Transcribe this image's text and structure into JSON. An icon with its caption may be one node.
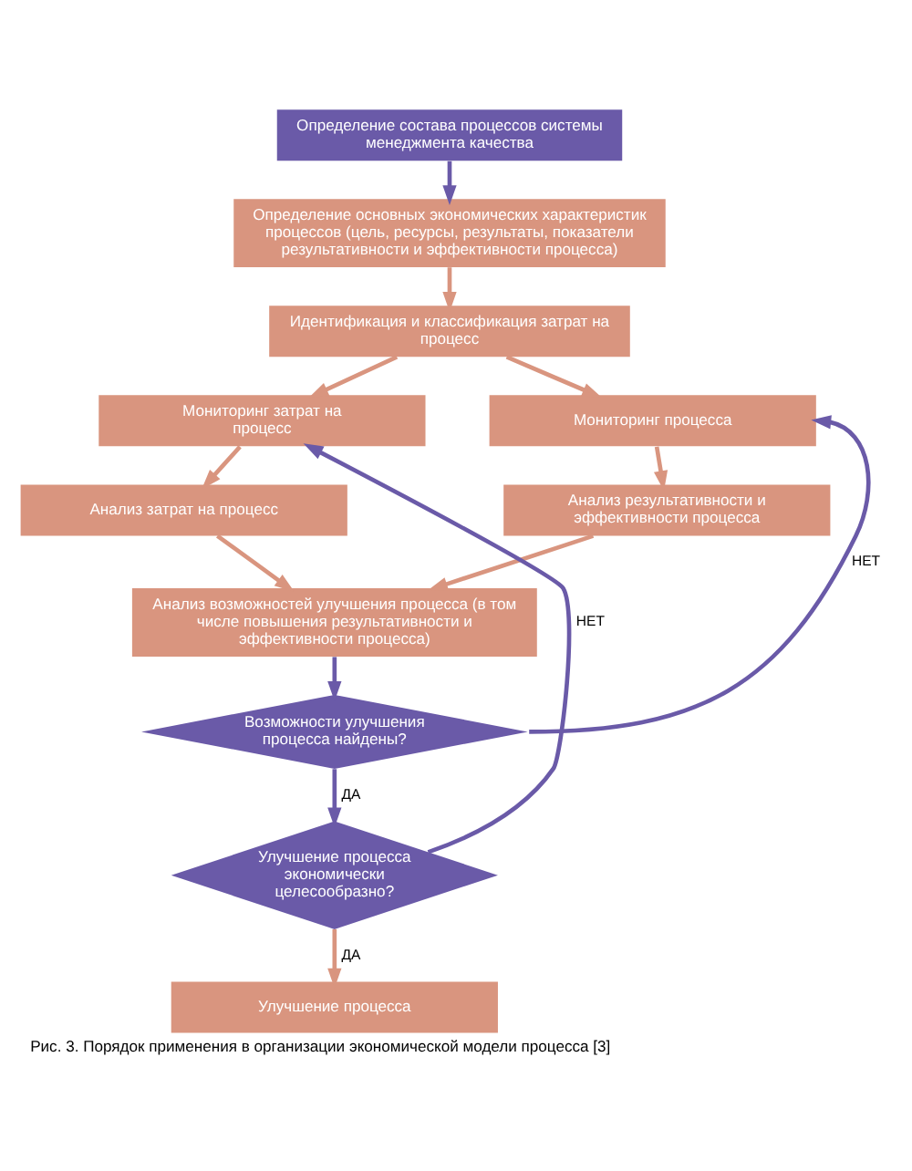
{
  "diagram": {
    "caption": "Рис. 3. Порядок применения в организации экономической модели процесса [3]",
    "nodes": [
      {
        "text": [
          "Определение состава процессов системы менеджмента качества"
        ]
      },
      {
        "text": [
          "Определение основных экономических характеристик процессов (цель, ресурсы, результаты, показатели результативности и эффективности процесса)"
        ]
      },
      {
        "text": [
          "Идентификация и классификация затрат на процесс"
        ]
      },
      {
        "text": [
          "Мониторинг затрат на процесс"
        ]
      },
      {
        "text": [
          "Мониторинг процесса"
        ]
      },
      {
        "text": [
          "Анализ затрат на процесс"
        ]
      },
      {
        "text": [
          "Анализ результативности и эффективности процесса"
        ]
      },
      {
        "text": [
          "Анализ возможностей улучшения процесса (в том числе повышения результативности и эффективности процесса)"
        ]
      },
      {
        "text": [
          "Возможности улучшения процесса найдены?"
        ]
      },
      {
        "text": [
          "Улучшение процесса экономически целесообразно?"
        ]
      },
      {
        "text": [
          "Улучшение процесса"
        ]
      }
    ],
    "edges": [
      {
        "from": 0,
        "to": 1,
        "arrow": "to",
        "color": "#6a5aa8"
      },
      {
        "from": 1,
        "to": 2,
        "arrow": "to"
      },
      {
        "from": 2,
        "to": 3,
        "arrow": "to"
      },
      {
        "from": 2,
        "to": 4,
        "arrow": "to"
      },
      {
        "from": 3,
        "to": 5,
        "arrow": "to"
      },
      {
        "from": 4,
        "to": 6,
        "arrow": "to"
      },
      {
        "from": 5,
        "to": 7,
        "arrow": "to"
      },
      {
        "from": 6,
        "to": 7,
        "arrow": "to"
      },
      {
        "from": 7,
        "to": 8,
        "arrow": "to",
        "color": "#6a5aa8"
      },
      {
        "from": 8,
        "to": 4,
        "arrow": "to",
        "label": "НЕТ",
        "color": "#6a5aa8"
      },
      {
        "from": 8,
        "to": 9,
        "arrow": "to",
        "label": "ДА",
        "color": "#6a5aa8"
      },
      {
        "from": 9,
        "to": 3,
        "arrow": "to",
        "label": "НЕТ",
        "color": "#6a5aa8"
      },
      {
        "from": 9,
        "to": 10,
        "arrow": "to",
        "label": "ДА"
      }
    ]
  }
}
